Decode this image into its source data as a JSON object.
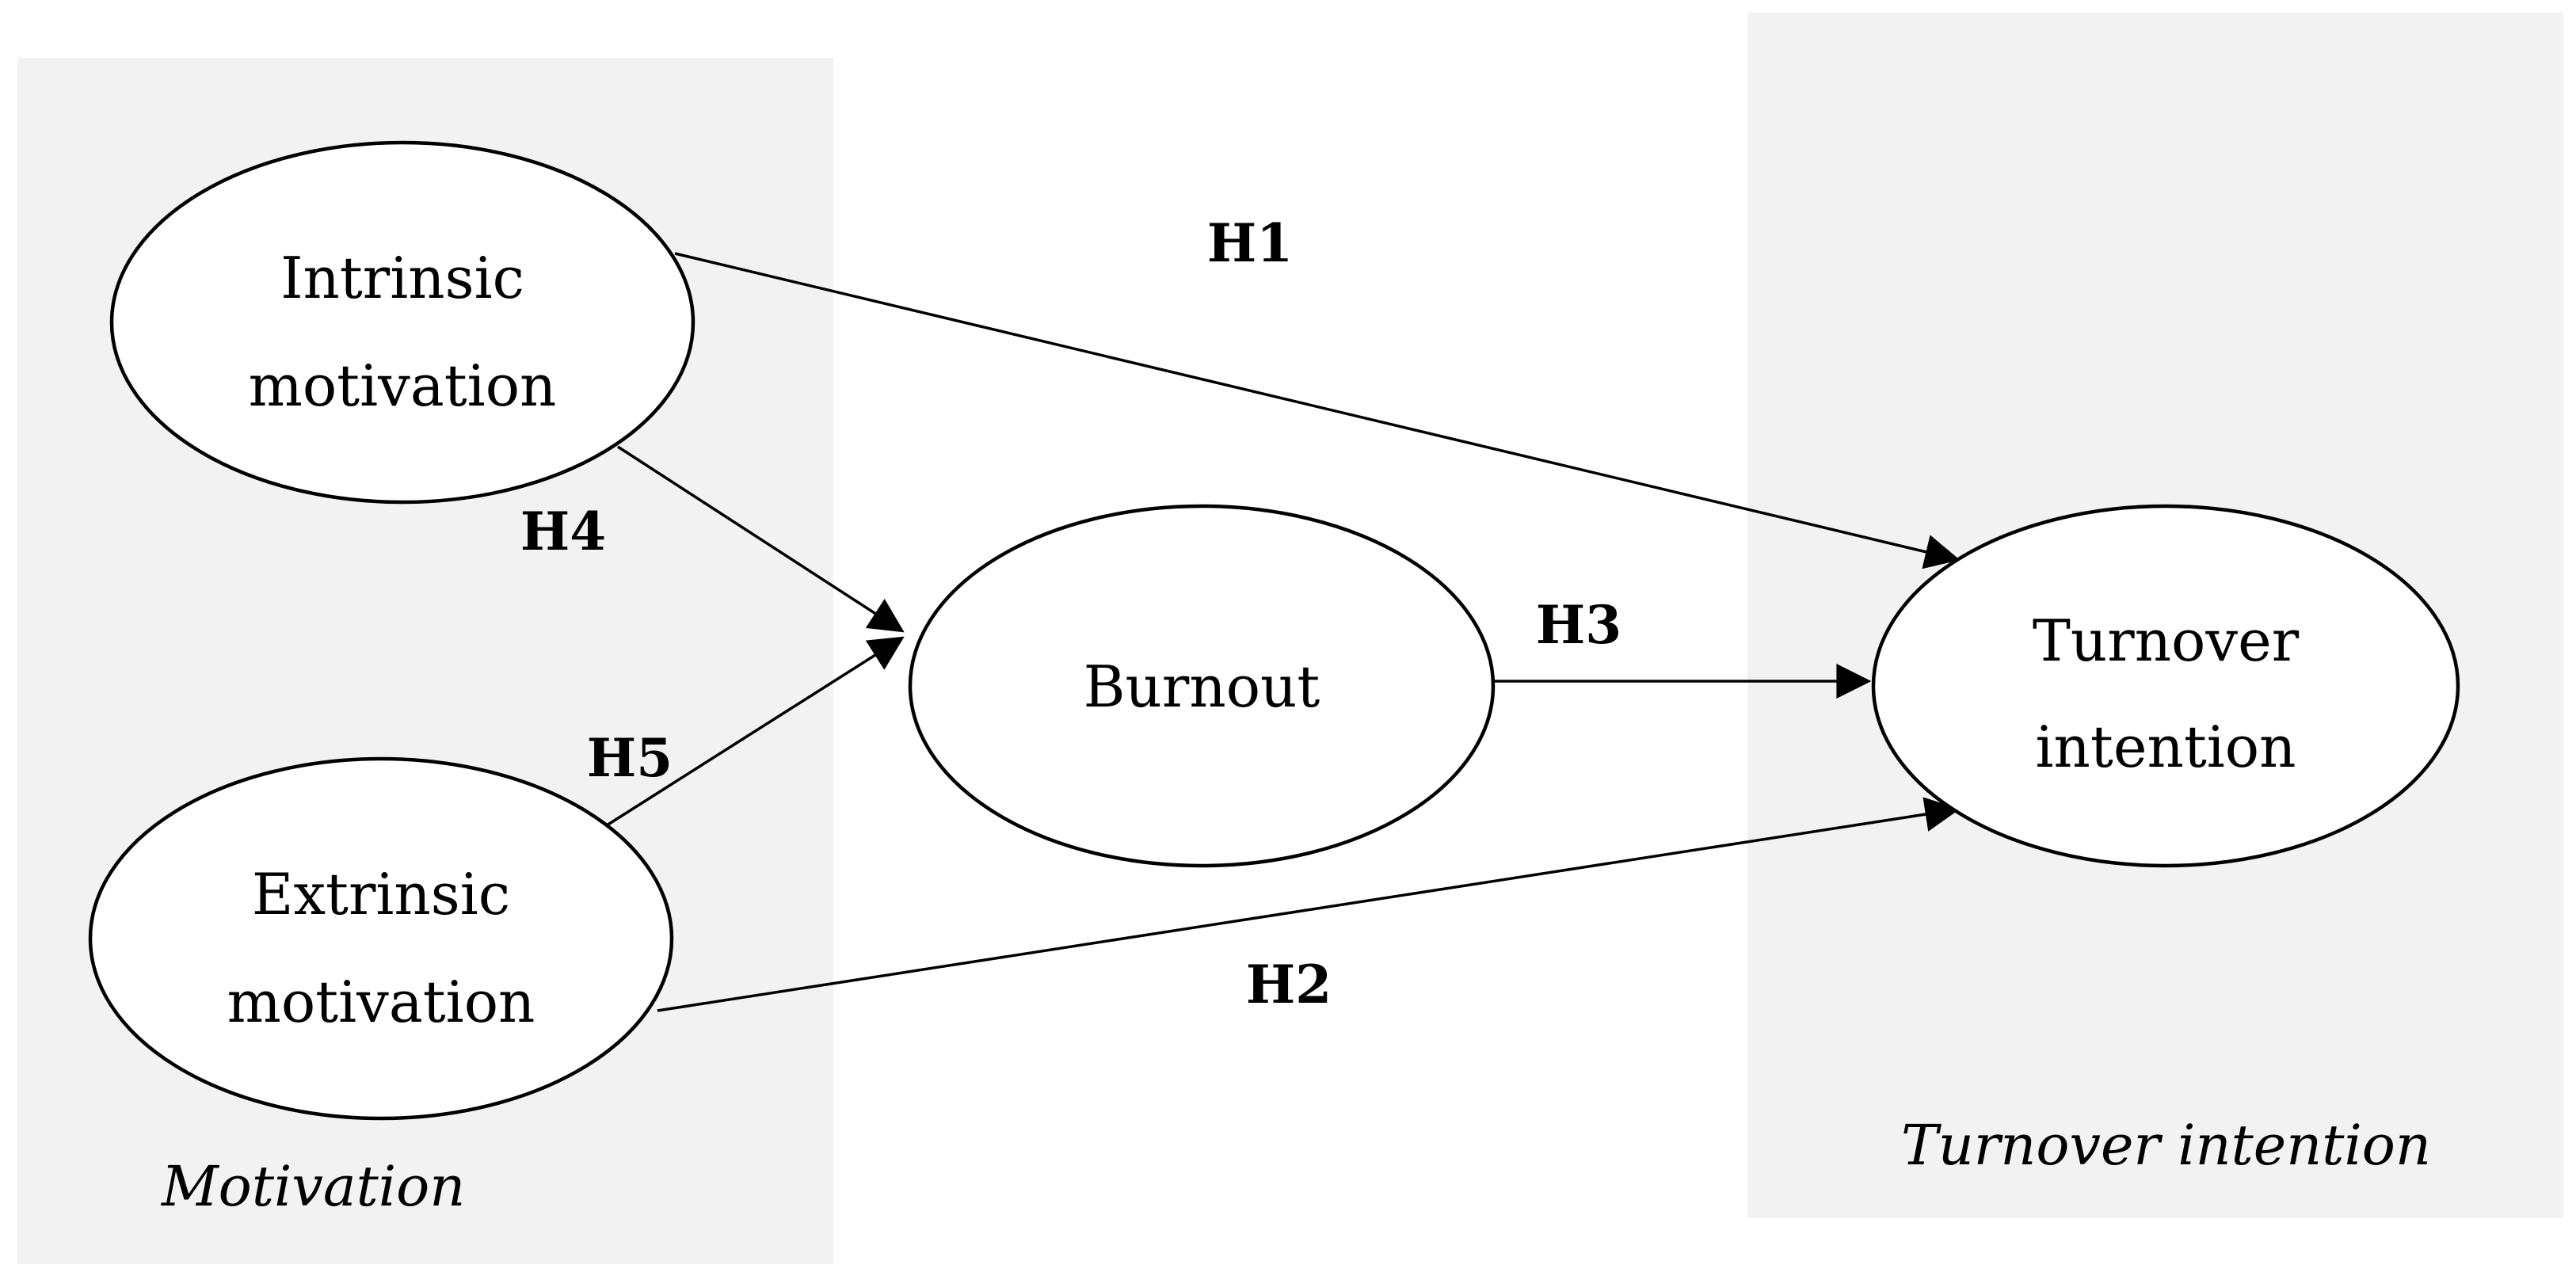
{
  "panels": {
    "motivation_label": "Motivation",
    "turnover_label": "Turnover intention"
  },
  "nodes": {
    "intrinsic": {
      "line1": "Intrinsic",
      "line2": "motivation"
    },
    "extrinsic": {
      "line1": "Extrinsic",
      "line2": "motivation"
    },
    "burnout": {
      "line1": "Burnout"
    },
    "turnover": {
      "line1": "Turnover",
      "line2": "intention"
    }
  },
  "hypotheses": {
    "h1": "H1",
    "h2": "H2",
    "h3": "H3",
    "h4": "H4",
    "h5": "H5"
  },
  "colors": {
    "panel_fill": "#f2f2f2",
    "stroke": "#000000",
    "node_fill": "#ffffff"
  }
}
